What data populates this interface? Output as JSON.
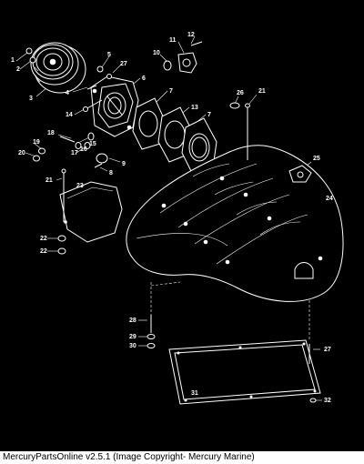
{
  "parts": [
    {
      "number": "1"
    },
    {
      "number": "2"
    },
    {
      "number": "3"
    },
    {
      "number": "4"
    },
    {
      "number": "5"
    },
    {
      "number": "6"
    },
    {
      "number": "7"
    },
    {
      "number": "7"
    },
    {
      "number": "8"
    },
    {
      "number": "9"
    },
    {
      "number": "10"
    },
    {
      "number": "11"
    },
    {
      "number": "12"
    },
    {
      "number": "13"
    },
    {
      "number": "14"
    },
    {
      "number": "15"
    },
    {
      "number": "16"
    },
    {
      "number": "17"
    },
    {
      "number": "18"
    },
    {
      "number": "19"
    },
    {
      "number": "20"
    },
    {
      "number": "21"
    },
    {
      "number": "21"
    },
    {
      "number": "22"
    },
    {
      "number": "22"
    },
    {
      "number": "23"
    },
    {
      "number": "24"
    },
    {
      "number": "25"
    },
    {
      "number": "26"
    },
    {
      "number": "27"
    },
    {
      "number": "27"
    },
    {
      "number": "28"
    },
    {
      "number": "29"
    },
    {
      "number": "30"
    },
    {
      "number": "31"
    },
    {
      "number": "32"
    }
  ],
  "footer": {
    "caption": "MercuryPartsOnline v2.5.1 (Image Copyright- Mercury Marine)"
  },
  "colors": {
    "background": "#000000",
    "lines": "#ffffff",
    "footer_background": "#ffffff",
    "footer_text": "#000000"
  }
}
